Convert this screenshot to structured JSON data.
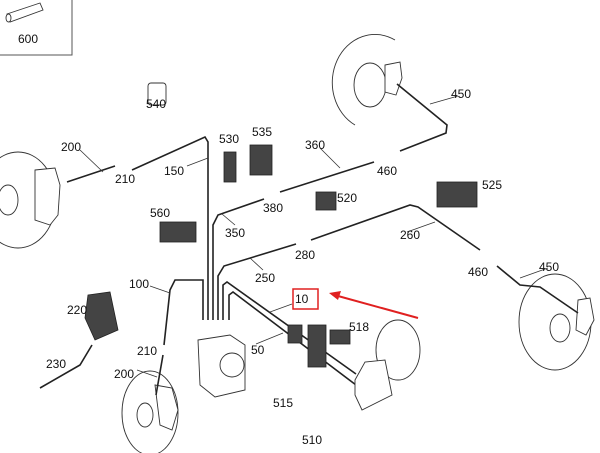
{
  "inset": {
    "part": "600"
  },
  "highlight": {
    "part": "10",
    "color": "#e02020"
  },
  "parts": {
    "p540": "540",
    "p530": "530",
    "p535": "535",
    "p360": "360",
    "p450a": "450",
    "p200a": "200",
    "p210a": "210",
    "p150": "150",
    "p380": "380",
    "p460a": "460",
    "p520": "520",
    "p525": "525",
    "p560": "560",
    "p350": "350",
    "p280": "280",
    "p260": "260",
    "p250": "250",
    "p460b": "460",
    "p450b": "450",
    "p100": "100",
    "p220": "220",
    "p518": "518",
    "p210b": "210",
    "p50": "50",
    "p230": "230",
    "p200b": "200",
    "p515": "515",
    "p510": "510"
  },
  "colors": {
    "line": "#222222",
    "arrow": "#e02020"
  }
}
